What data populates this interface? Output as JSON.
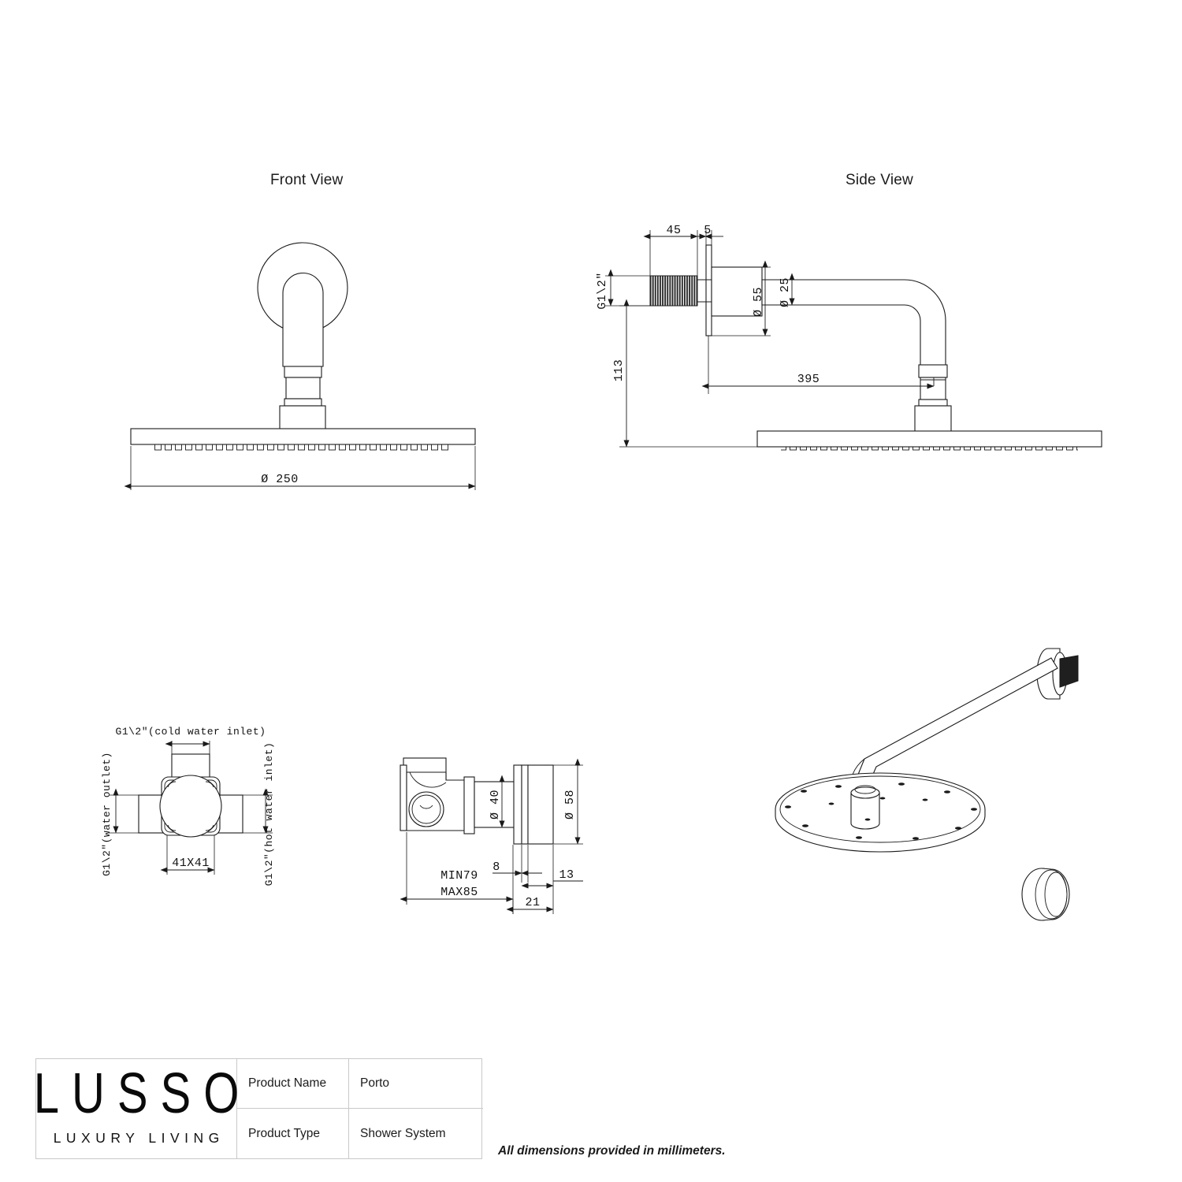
{
  "document": {
    "background_color": "#ffffff",
    "line_color": "#1a1a1a"
  },
  "views": {
    "front": {
      "title": "Front View"
    },
    "side": {
      "title": "Side View"
    }
  },
  "dimensions": {
    "front_view": [
      {
        "name": "head-diameter",
        "label": "Ø 250",
        "value": 250,
        "unit": "mm"
      }
    ],
    "side_view": [
      {
        "name": "thread-length",
        "label": "45",
        "value": 45,
        "unit": "mm"
      },
      {
        "name": "flange-thickness",
        "label": "5",
        "value": 5,
        "unit": "mm"
      },
      {
        "name": "thread-spec",
        "label": "G1\\2\"",
        "value": "G1\\2\""
      },
      {
        "name": "escutcheon-diameter",
        "label": "Ø 55",
        "value": 55,
        "unit": "mm"
      },
      {
        "name": "arm-diameter",
        "label": "Ø 25",
        "value": 25,
        "unit": "mm"
      },
      {
        "name": "drop-height",
        "label": "113",
        "value": 113,
        "unit": "mm"
      },
      {
        "name": "arm-projection",
        "label": "395",
        "value": 395,
        "unit": "mm"
      }
    ],
    "valve_front": [
      {
        "name": "cold-water-inlet",
        "label": "G1\\2\"(cold water inlet)"
      },
      {
        "name": "water-outlet",
        "label": "G1\\2\"(water outlet)"
      },
      {
        "name": "hot-water-inlet",
        "label": "G1\\2\"(hot water inlet)"
      },
      {
        "name": "body-square",
        "label": "41X41",
        "value": "41x41",
        "unit": "mm"
      }
    ],
    "valve_side": [
      {
        "name": "trim-inner-diameter",
        "label": "Ø 40",
        "value": 40,
        "unit": "mm"
      },
      {
        "name": "trim-outer-diameter",
        "label": "Ø 58",
        "value": 58,
        "unit": "mm"
      },
      {
        "name": "install-depth-min",
        "label": "MIN79",
        "value": 79,
        "unit": "mm"
      },
      {
        "name": "install-depth-max",
        "label": "MAX85",
        "value": 85,
        "unit": "mm"
      },
      {
        "name": "offset-8",
        "label": "8",
        "value": 8,
        "unit": "mm"
      },
      {
        "name": "offset-13",
        "label": "13",
        "value": 13,
        "unit": "mm"
      },
      {
        "name": "offset-21",
        "label": "21",
        "value": 21,
        "unit": "mm"
      }
    ]
  },
  "info_table": {
    "logo": {
      "brand": "LUSSO",
      "tagline": "LUXURY LIVING"
    },
    "rows": [
      {
        "label": "Product Name",
        "value": "Porto"
      },
      {
        "label": "Product Type",
        "value": "Shower System"
      }
    ]
  },
  "footnote": "All dimensions provided in millimeters."
}
